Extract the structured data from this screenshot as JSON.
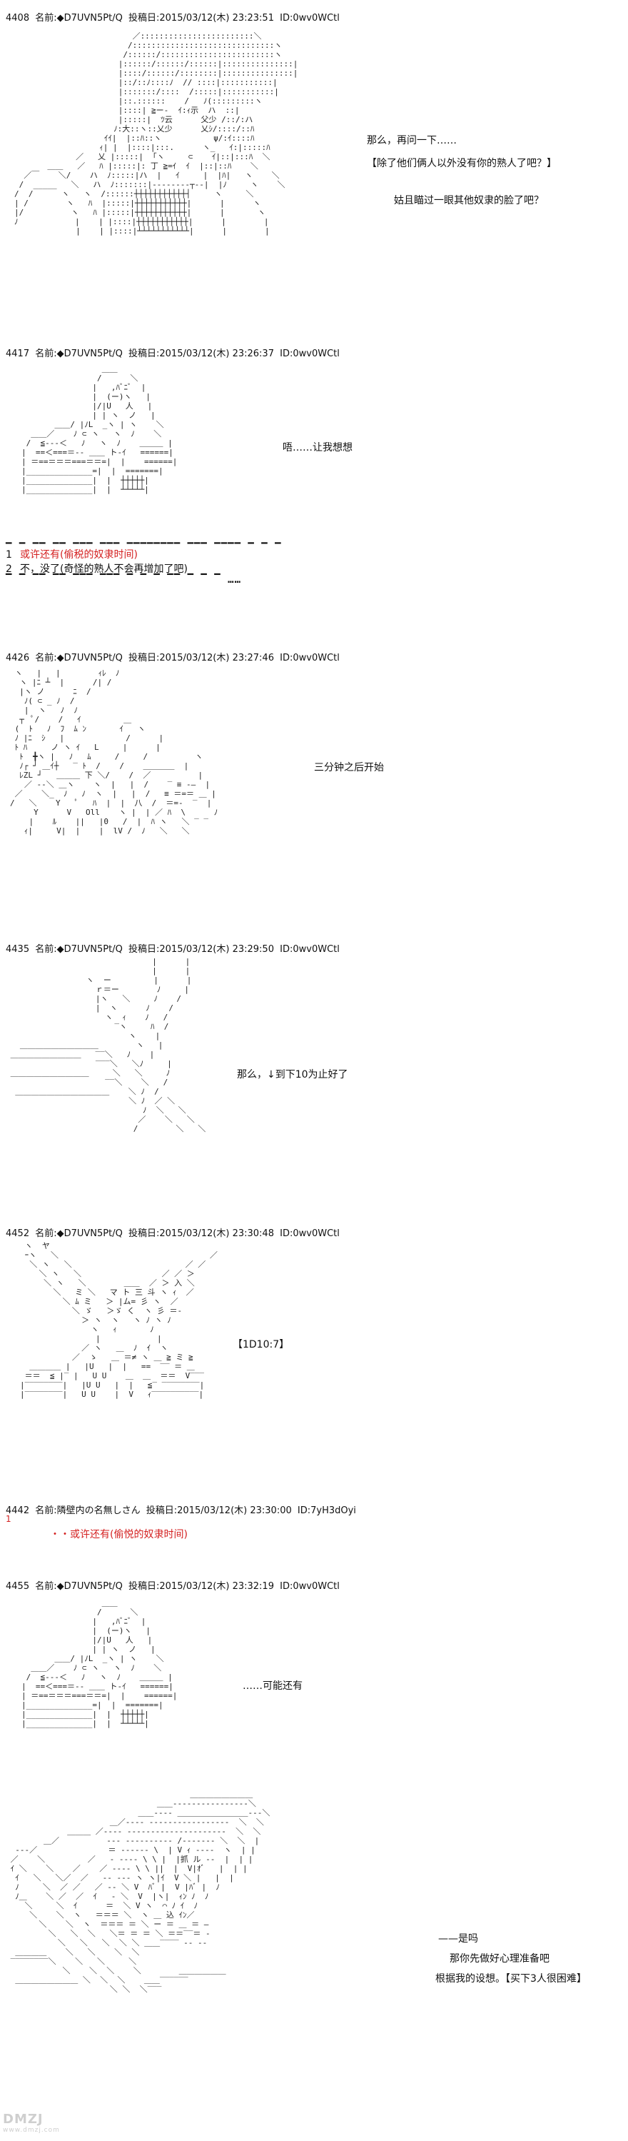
{
  "posts": [
    {
      "num": "4408",
      "name": "名前:◆D7UVN5Pt/Q",
      "date": "投稿日:2015/03/12(木) 23:23:51",
      "id": "ID:0wv0WCtl",
      "lines": [
        "那么，再问一下……",
        "【除了他们俩人以外没有你的熟人了吧？】",
        "姑且瞄过一眼其他奴隶的脸了吧？"
      ]
    },
    {
      "num": "4417",
      "name": "名前:◆D7UVN5Pt/Q",
      "date": "投稿日:2015/03/12(木) 23:26:37",
      "id": "ID:0wv0WCtl",
      "lines": [
        "唔……让我想想"
      ],
      "choices": [
        {
          "num": "1",
          "text": "或许还有(偷税的奴隶时间)"
        },
        {
          "num": "2",
          "text": "不，没了(奇怪的熟人不会再增加了吧)"
        }
      ],
      "dash_top": "▁ ▁ ▁▁ ▁▁ ▁▁▁ ▁▁▁ ▁▁▁▁▁▁▁▁ ▁▁▁ ▁▁▁▁ ▁ ▁ ▁",
      "dash_bottom": "▔ ▔ ▔▔ ▔▔ ▔▔▔ ▔▔▔ ▔ ▔ ▔ ▔▔ ▔ ▔ ▔ ……"
    },
    {
      "num": "4426",
      "name": "名前:◆D7UVN5Pt/Q",
      "date": "投稿日:2015/03/12(木) 23:27:46",
      "id": "ID:0wv0WCtl",
      "lines": [
        "三分钟之后开始"
      ]
    },
    {
      "num": "4435",
      "name": "名前:◆D7UVN5Pt/Q",
      "date": "投稿日:2015/03/12(木) 23:29:50",
      "id": "ID:0wv0WCtl",
      "lines": [
        "那么，↓到下10为止好了"
      ]
    },
    {
      "num": "4452",
      "name": "名前:◆D7UVN5Pt/Q",
      "date": "投稿日:2015/03/12(木) 23:30:48",
      "id": "ID:0wv0WCtl",
      "lines": [
        "【1D10:7】"
      ]
    },
    {
      "num": "4442",
      "name": "名前:隣壁内の名無しさん",
      "date": "投稿日:2015/03/12(木) 23:30:00",
      "id": "ID:7yH3dOyi",
      "anchor": "1",
      "lines": [
        "・・或许还有(偷悦的奴隶时间)"
      ]
    },
    {
      "num": "4455",
      "name": "名前:◆D7UVN5Pt/Q",
      "date": "投稿日:2015/03/12(木) 23:32:19",
      "id": "ID:0wv0WCtl",
      "lines": [
        "……可能还有",
        "——是吗",
        "那你先做好心理准备吧",
        "根据我的设想。【买下3人很困难】"
      ]
    }
  ],
  "watermark": {
    "logo": "DMZJ",
    "site": "www.dmzj.com"
  }
}
